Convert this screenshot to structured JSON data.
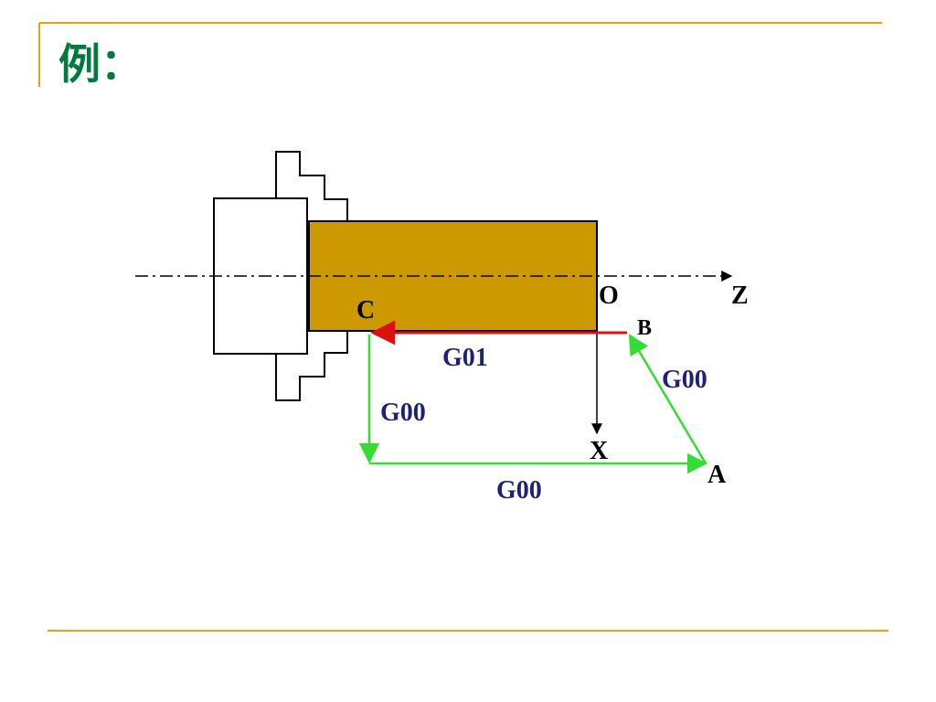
{
  "slide": {
    "title": "例：",
    "title_color": "#007A3D",
    "rule_color": "#E3A21A"
  },
  "diagram": {
    "workpiece_color": "#CC9900",
    "rapid_color": "#33DD33",
    "feed_color": "#DD1111",
    "outline_color": "#000000",
    "code_color": "#1F1F7A",
    "points": {
      "origin": "O",
      "a": "A",
      "b": "B",
      "c": "C"
    },
    "axes": {
      "z": "Z",
      "x": "X"
    },
    "moves": {
      "a_to_b": "G00",
      "b_to_c": "G01",
      "c_down": "G00",
      "bottom_return": "G00"
    }
  }
}
